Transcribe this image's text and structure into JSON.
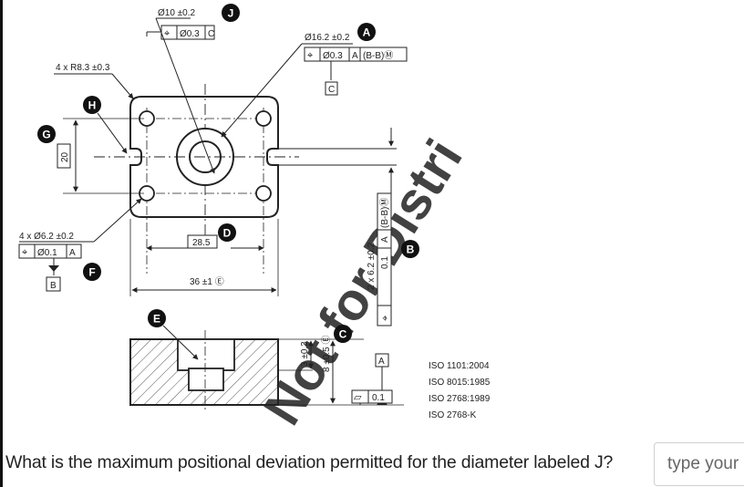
{
  "drawing": {
    "callouts": {
      "j": {
        "letter": "J",
        "dimension": "Ø10 ±0.2",
        "fcf": [
          "⌖",
          "Ø0.3",
          "C"
        ]
      },
      "a": {
        "letter": "A",
        "dimension": "Ø16.2 ±0.2",
        "fcf": [
          "⌖",
          "Ø0.3",
          "A",
          "(B-B)Ⓜ"
        ],
        "datum": "C"
      },
      "corner_radius": "4 x R8.3 ±0.3",
      "h": {
        "letter": "H"
      },
      "g": {
        "letter": "G",
        "dimension": "20"
      },
      "holes": {
        "dimension": "4 x Ø6.2 ±0.2",
        "fcf": [
          "⌖",
          "Ø0.1",
          "A"
        ],
        "datum": "B"
      },
      "f": {
        "letter": "F"
      },
      "d": {
        "letter": "D",
        "dimension": "28.5"
      },
      "width": "36 ±1 Ⓔ",
      "b": {
        "letter": "B",
        "dimension": "2 x 6.2 ±0.2",
        "fcf": [
          "⌖",
          "0.1",
          "A",
          "(B-B)Ⓜ"
        ]
      },
      "e": {
        "letter": "E"
      },
      "c": {
        "letter": "C",
        "dim_depth": "3 ±0.3",
        "dim_height": "8 ±0.5 Ⓔ",
        "datum": "A",
        "flatness": [
          "▱",
          "0.1"
        ]
      }
    },
    "standards": [
      "ISO 1101:2004",
      "ISO 8015:1985",
      "ISO 2768:1989",
      "ISO 2768-K"
    ],
    "watermark": "Not for Distri"
  },
  "question": {
    "text": "What is the maximum positional deviation permitted for the diameter labeled J?",
    "placeholder": "type your answer..."
  }
}
